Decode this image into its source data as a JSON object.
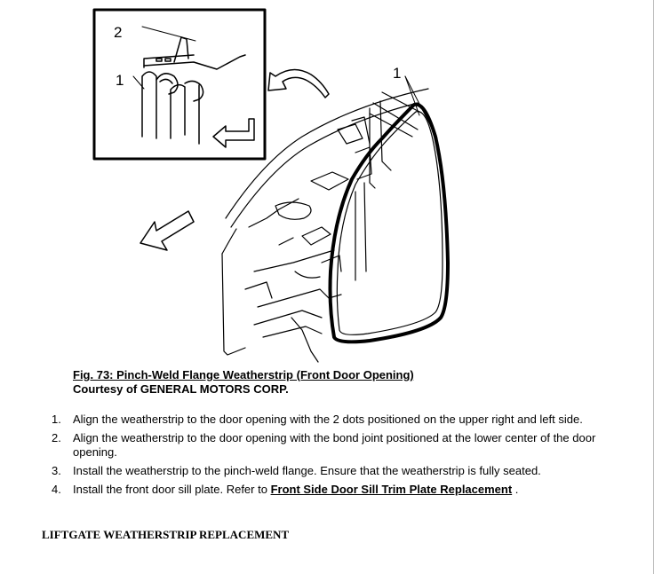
{
  "figure": {
    "callouts": [
      "2",
      "1",
      "1"
    ],
    "caption_title": "Fig. 73: Pinch-Weld Flange Weatherstrip (Front Door Opening)",
    "caption_credit": "Courtesy of GENERAL MOTORS CORP."
  },
  "steps": [
    {
      "number": "1.",
      "text": "Align the weatherstrip to the door opening with the 2 dots positioned on the upper right and left side."
    },
    {
      "number": "2.",
      "text": "Align the weatherstrip to the door opening with the bond joint positioned at the lower center of the door opening."
    },
    {
      "number": "3.",
      "text": "Install the weatherstrip to the pinch-weld flange. Ensure that the weatherstrip is fully seated."
    },
    {
      "number": "4.",
      "text_before": "Install the front door sill plate. Refer to ",
      "link": "Front Side Door Sill Trim Plate Replacement",
      "text_after": " ."
    }
  ],
  "section_heading": "LIFTGATE WEATHERSTRIP REPLACEMENT"
}
